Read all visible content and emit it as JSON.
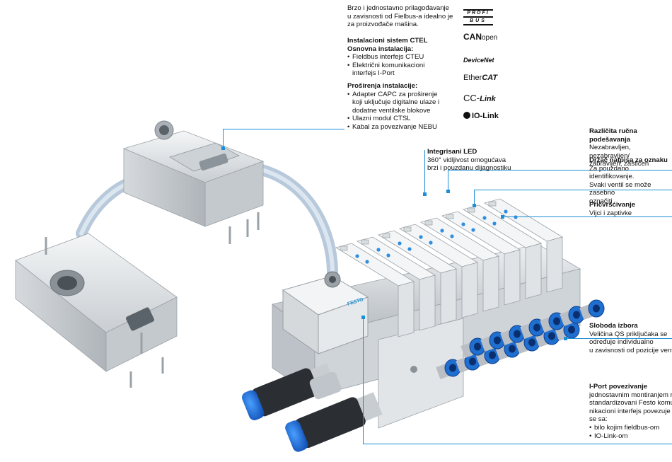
{
  "intro": {
    "lines": [
      "Brzo i jednostavno prilagođavanje",
      "u zavisnosti od Fielbus-a idealno je",
      "za proizvođače mašina."
    ]
  },
  "install": {
    "heading": "Instalacioni sistem CTEL",
    "subheading": "Osnovna instalacija:",
    "items": [
      [
        "Fieldbus interfejs CTEU"
      ],
      [
        "Električni komunikacioni",
        "interfejs I-Port"
      ]
    ]
  },
  "extensions": {
    "heading": "Proširenja instalacije:",
    "items": [
      [
        "Adapter CAPC za proširenje",
        "koji uključuje digitalne ulaze i",
        "dodatne ventilske blokove"
      ],
      [
        "Ulazni modul CTSL"
      ],
      [
        "Kabal za povezivanje NEBU"
      ]
    ]
  },
  "logos": {
    "profibus_top": "PROFI",
    "profibus_bottom": "BUS",
    "canopen_can": "CAN",
    "canopen_open": "open",
    "devicenet": "DeviceNet",
    "ethercat_ether": "ther",
    "ethercat_cat": "CAT",
    "cclink": "Link",
    "iolink": "IO-Link"
  },
  "led": {
    "title": "Integrisani LED",
    "lines": [
      "360° vidljivost omogućava",
      "brzi i pouzdanu dijagnostiku"
    ]
  },
  "manual": {
    "title": "Različita ručna podešavanja",
    "lines": [
      "Nezabravljen, nezabravljen/",
      "zabravljen, zaštićen"
    ]
  },
  "labelholder": {
    "title": "Držač natpisa za oznaku",
    "lines": [
      "Za pouzdano identifikovanje.",
      "Svaki ventil se može zasebno",
      "označiti"
    ]
  },
  "mounting": {
    "title": "Pričvršćivanje",
    "lines": [
      "Vijci i zaptivke"
    ]
  },
  "choice": {
    "title": "Sloboda izbora",
    "lines": [
      "Veličina QS priključaka se",
      "određuje individualno",
      "u zavisnosti od pozicije ventila!"
    ]
  },
  "iport": {
    "title": "I-Port povezivanje",
    "lines": [
      "jednostavnim montiranjem na",
      "standardizovani Festo komu-",
      "nikacioni interfejs povezuje",
      "se sa:"
    ],
    "items": [
      "bilo kojim fieldbus-om",
      "IO-Link-om"
    ]
  },
  "brand": {
    "festo": "FESTO"
  },
  "colors": {
    "accent": "#1a8fd6",
    "fitting_blue": "#1f6fd0",
    "body_grey": "#dfe3e6"
  }
}
